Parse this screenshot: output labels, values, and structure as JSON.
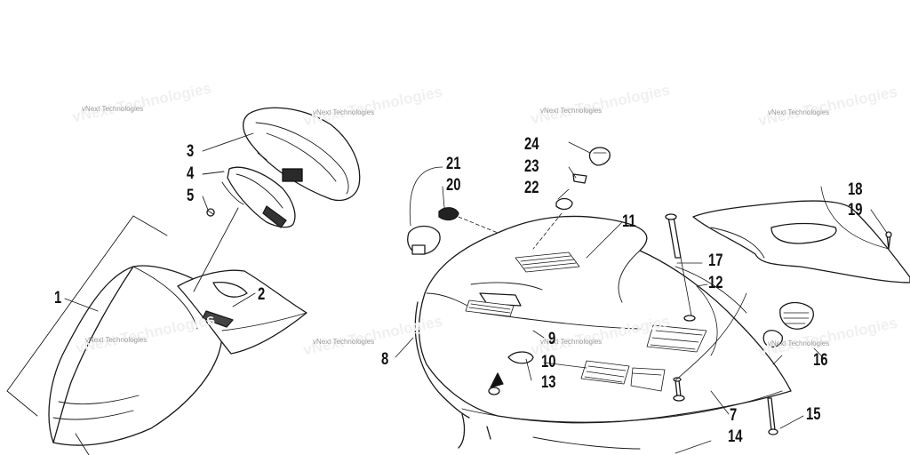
{
  "watermark": {
    "text": "vNext Technologies"
  },
  "callouts": {
    "c1": "1",
    "c2": "2",
    "c3": "3",
    "c4": "4",
    "c5": "5",
    "c7": "7",
    "c8": "8",
    "c9": "9",
    "c10": "10",
    "c11": "11",
    "c12": "12",
    "c13": "13",
    "c14": "14",
    "c15": "15",
    "c16": "16",
    "c17": "17",
    "c18": "18",
    "c19": "19",
    "c20": "20",
    "c21": "21",
    "c22": "22",
    "c23": "23",
    "c24": "24"
  }
}
